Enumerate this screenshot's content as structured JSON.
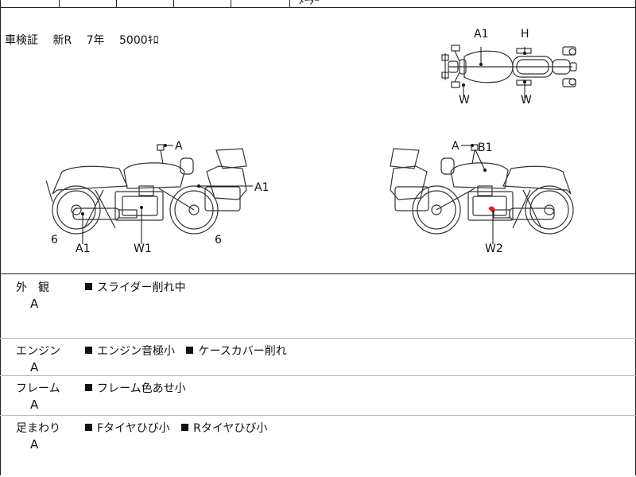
{
  "top_fragment": "ﾒｰﾀｰ",
  "inspection": {
    "label": "車検証",
    "registration": "新R",
    "years": "7年",
    "mileage": "5000ｷﾛ"
  },
  "diagram_labels": {
    "top_view_a1": "A1",
    "top_view_h": "H",
    "top_view_w_left": "W",
    "top_view_w_right": "W",
    "left_view_a": "A",
    "left_view_a1_right": "A1",
    "left_view_6_left": "6",
    "left_view_a1_bottom": "A1",
    "left_view_w1": "W1",
    "left_view_6_right": "6",
    "right_view_a": "A",
    "right_view_b1": "B1",
    "right_view_w2": "W2"
  },
  "rows": [
    {
      "label": "外　観",
      "grade": "A",
      "notes": [
        "スライダー削れ中"
      ]
    },
    {
      "label": "エンジン",
      "grade": "A",
      "notes": [
        "エンジン音極小",
        "ケースカバー削れ"
      ]
    },
    {
      "label": "フレーム",
      "grade": "A",
      "notes": [
        "フレーム色あせ小"
      ]
    },
    {
      "label": "足まわり",
      "grade": "A",
      "notes": [
        "Fタイヤひび小",
        "Rタイヤひび小"
      ]
    }
  ]
}
